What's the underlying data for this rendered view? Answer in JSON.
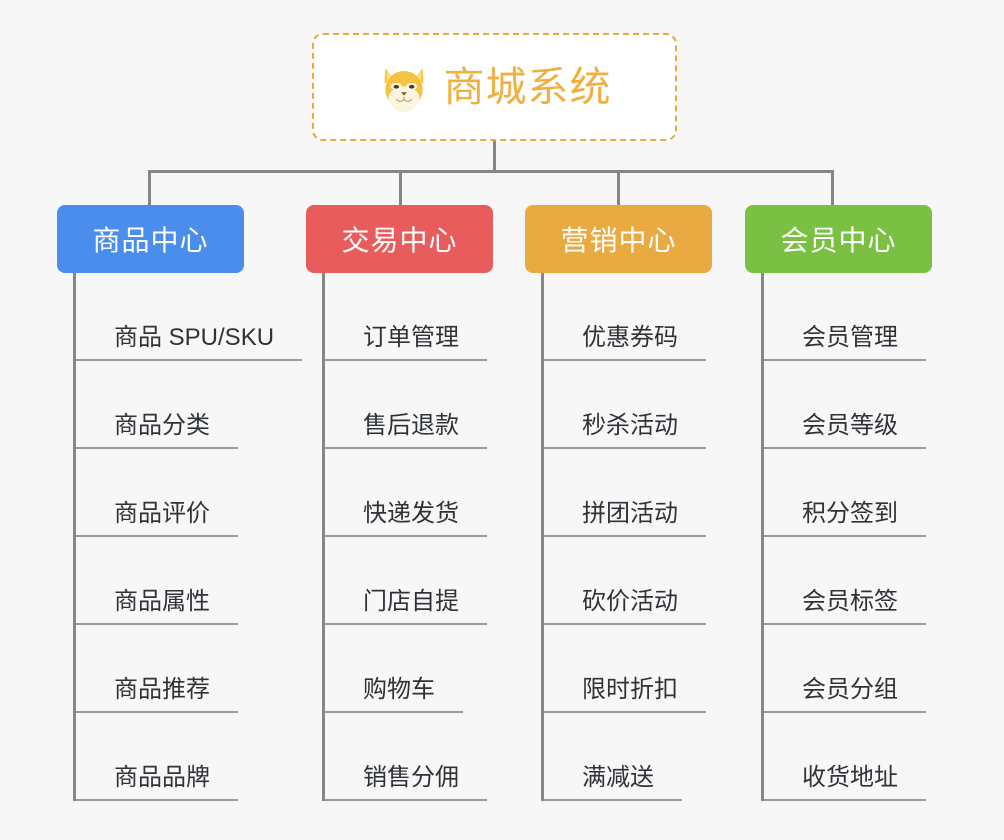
{
  "page": {
    "background_color": "#f7f7f7",
    "title": "商城系统 功能架构图"
  },
  "root": {
    "label": "商城系统",
    "icon": "shiba-dog-emoji",
    "text_color": "#f0b040",
    "border_color": "#e9a93f",
    "background_color": "#ffffff"
  },
  "connector": {
    "color": "#868686"
  },
  "columns": [
    {
      "key": "product-center",
      "label": "商品中心",
      "color": "#4a8ded",
      "items": [
        "商品 SPU/SKU",
        "商品分类",
        "商品评价",
        "商品属性",
        "商品推荐",
        "商品品牌"
      ]
    },
    {
      "key": "trade-center",
      "label": "交易中心",
      "color": "#e95c5c",
      "items": [
        "订单管理",
        "售后退款",
        "快递发货",
        "门店自提",
        "购物车",
        "销售分佣"
      ]
    },
    {
      "key": "marketing-center",
      "label": "营销中心",
      "color": "#eaaa42",
      "items": [
        "优惠券码",
        "秒杀活动",
        "拼团活动",
        "砍价活动",
        "限时折扣",
        "满减送"
      ]
    },
    {
      "key": "member-center",
      "label": "会员中心",
      "color": "#7ac143",
      "items": [
        "会员管理",
        "会员等级",
        "积分签到",
        "会员标签",
        "会员分组",
        "收货地址"
      ]
    }
  ]
}
